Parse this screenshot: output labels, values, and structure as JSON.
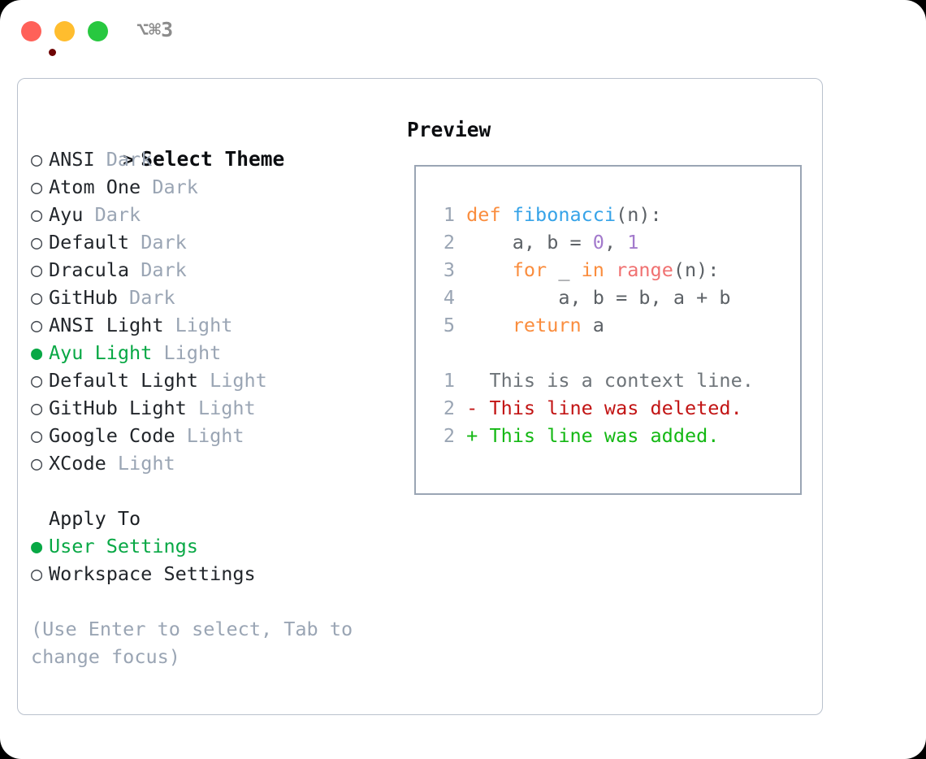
{
  "titlebar": {
    "shortcut": "⌥⌘3",
    "buttons": [
      {
        "name": "close",
        "color": "#ff6159"
      },
      {
        "name": "minimize",
        "color": "#ffbd2e"
      },
      {
        "name": "maximize",
        "color": "#28c840"
      }
    ]
  },
  "theme_panel": {
    "header": "Select Theme",
    "caret": ">",
    "bullet_empty": "○",
    "bullet_filled": "●",
    "items": [
      {
        "name": "ANSI",
        "kind": "Dark",
        "selected": false
      },
      {
        "name": "Atom One",
        "kind": "Dark",
        "selected": false
      },
      {
        "name": "Ayu",
        "kind": "Dark",
        "selected": false
      },
      {
        "name": "Default",
        "kind": "Dark",
        "selected": false
      },
      {
        "name": "Dracula",
        "kind": "Dark",
        "selected": false
      },
      {
        "name": "GitHub",
        "kind": "Dark",
        "selected": false
      },
      {
        "name": "ANSI Light",
        "kind": "Light",
        "selected": false
      },
      {
        "name": "Ayu Light",
        "kind": "Light",
        "selected": true
      },
      {
        "name": "Default Light",
        "kind": "Light",
        "selected": false
      },
      {
        "name": "GitHub Light",
        "kind": "Light",
        "selected": false
      },
      {
        "name": "Google Code",
        "kind": "Light",
        "selected": false
      },
      {
        "name": "XCode",
        "kind": "Light",
        "selected": false
      }
    ]
  },
  "apply_to": {
    "header": "Apply To",
    "options": [
      {
        "label": "User Settings",
        "selected": true
      },
      {
        "label": "Workspace Settings",
        "selected": false
      }
    ]
  },
  "hint": "(Use Enter to select, Tab to change focus)",
  "preview": {
    "title": "Preview",
    "code_lines": [
      {
        "no": "1",
        "tokens": [
          {
            "t": "def",
            "c": "kw"
          },
          {
            "t": " ",
            "c": "pl"
          },
          {
            "t": "fibonacci",
            "c": "fn"
          },
          {
            "t": "(n):",
            "c": "pl"
          }
        ]
      },
      {
        "no": "2",
        "tokens": [
          {
            "t": "    a, b = ",
            "c": "pl"
          },
          {
            "t": "0",
            "c": "num"
          },
          {
            "t": ", ",
            "c": "pl"
          },
          {
            "t": "1",
            "c": "num"
          }
        ]
      },
      {
        "no": "3",
        "tokens": [
          {
            "t": "    ",
            "c": "pl"
          },
          {
            "t": "for",
            "c": "kw"
          },
          {
            "t": " _ ",
            "c": "pl"
          },
          {
            "t": "in",
            "c": "kw"
          },
          {
            "t": " ",
            "c": "pl"
          },
          {
            "t": "range",
            "c": "bi"
          },
          {
            "t": "(n):",
            "c": "pl"
          }
        ]
      },
      {
        "no": "4",
        "tokens": [
          {
            "t": "        a, b = b, a + b",
            "c": "pl"
          }
        ]
      },
      {
        "no": "5",
        "tokens": [
          {
            "t": "    ",
            "c": "pl"
          },
          {
            "t": "return",
            "c": "kw"
          },
          {
            "t": " a",
            "c": "pl"
          }
        ]
      }
    ],
    "diff_lines": [
      {
        "no": "1",
        "marker": "  ",
        "text": "This is a context line.",
        "cls": "ctx"
      },
      {
        "no": "2",
        "marker": "- ",
        "text": "This line was deleted.",
        "cls": "del"
      },
      {
        "no": "2",
        "marker": "+ ",
        "text": "This line was added.",
        "cls": "add"
      }
    ]
  },
  "colors": {
    "accent_green": "#08a845",
    "muted": "#9aa5b4",
    "keyword": "#fa8d3e",
    "function": "#36a3e8",
    "number": "#a37acc",
    "builtin": "#f07171",
    "diff_deleted": "#c21414",
    "diff_added": "#14b814"
  }
}
